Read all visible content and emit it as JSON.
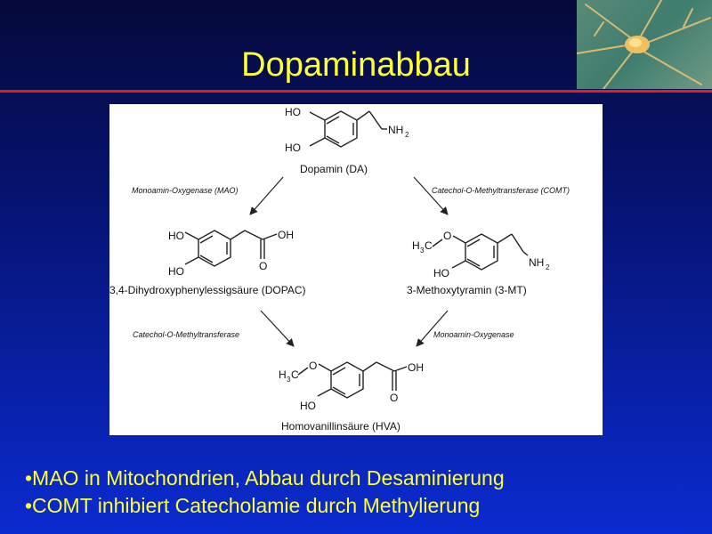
{
  "slide": {
    "title": "Dopaminabbau"
  },
  "icons": {
    "neuron": "neuron-photo"
  },
  "colors": {
    "title": "#ffff33",
    "divider": "#e02020",
    "background_top": "#050a3a",
    "background_bottom": "#0a2bd0"
  },
  "diagram": {
    "da": {
      "ho1": "HO",
      "ho2": "HO",
      "nh": "NH",
      "sub": "2",
      "name": "Dopamin (DA)"
    },
    "dopac": {
      "ho1": "HO",
      "ho2": "HO",
      "oh": "OH",
      "o": "O",
      "name": "3,4-Dihydroxyphenylessigsäure (DOPAC)"
    },
    "mt": {
      "h": "H",
      "sub3": "3",
      "c": "C",
      "o": "O",
      "ho": "HO",
      "nh": "NH",
      "sub": "2",
      "name": "3-Methoxytyramin (3-MT)"
    },
    "hva": {
      "h": "H",
      "sub3": "3",
      "c": "C",
      "o1": "O",
      "ho": "HO",
      "oh": "OH",
      "o2": "O",
      "name": "Homovanillinsäure (HVA)"
    },
    "enzymes": {
      "mao_top": "Monoamin-Oxygenase (MAO)",
      "comt_top": "Catechol-O-Methyltransferase (COMT)",
      "comt_bottom": "Catechol-O-Methyltransferase",
      "mao_bottom": "Monoamin-Oxygenase"
    }
  },
  "bullets": [
    "•MAO in Mitochondrien, Abbau durch Desaminierung",
    "•COMT inhibiert Catecholamie durch Methylierung"
  ]
}
